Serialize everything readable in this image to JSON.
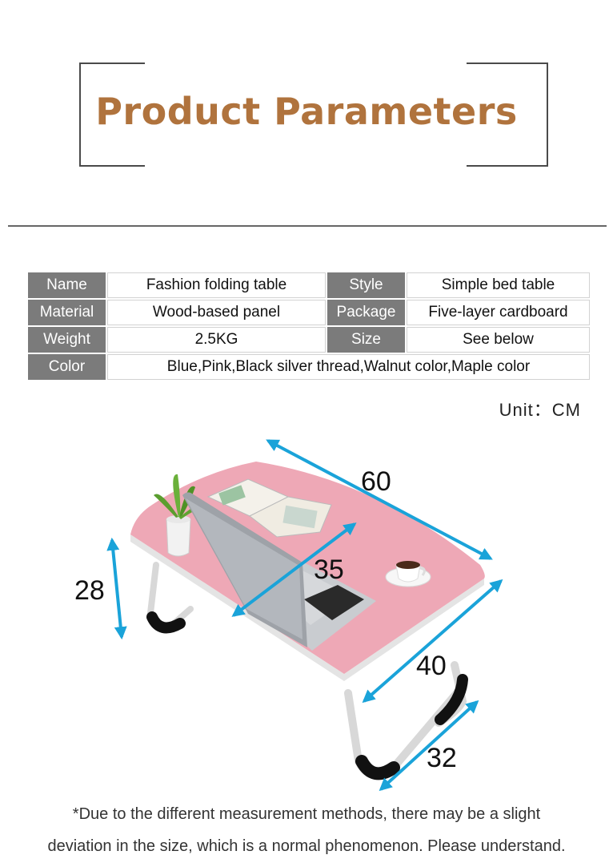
{
  "header": {
    "title": "Product Parameters"
  },
  "params": [
    {
      "label": "Name",
      "value": "Fashion folding table",
      "label2": "Style",
      "value2": "Simple bed table"
    },
    {
      "label": "Material",
      "value": "Wood-based panel",
      "label2": "Package",
      "value2": "Five-layer cardboard"
    },
    {
      "label": "Weight",
      "value": "2.5KG",
      "label2": "Size",
      "value2": "See below"
    },
    {
      "label": "Color",
      "value": "Blue,Pink,Black silver thread,Walnut color,Maple color"
    }
  ],
  "unit": "Unit：CM",
  "dimensions": {
    "length": "60",
    "width": "35",
    "height": "28",
    "depth": "40",
    "leg_span": "32"
  },
  "note": {
    "line1": "*Due to the different measurement methods, there may be a slight",
    "line2": "deviation in the size, which is a normal phenomenon. Please understand."
  },
  "colors": {
    "title": "#b0733d",
    "label_bg": "#7b7b7b",
    "arrow": "#1aa3d9",
    "tabletop": "#eea8b6"
  }
}
